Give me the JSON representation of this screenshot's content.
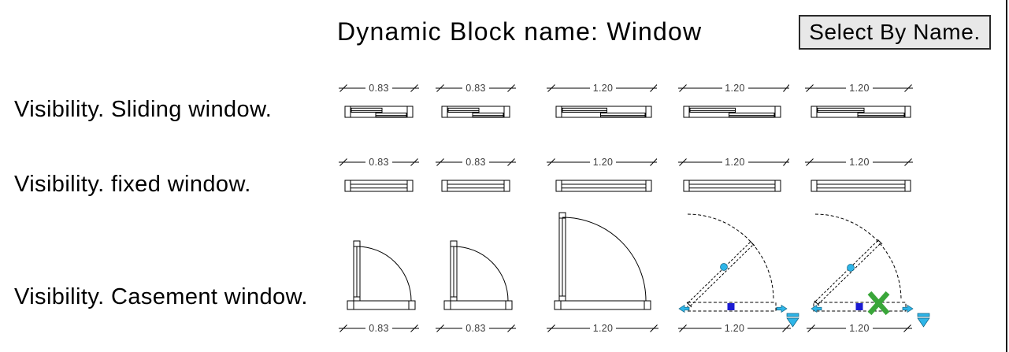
{
  "header": {
    "title": "Dynamic Block name: Window",
    "select_by_name_button": "Select By Name."
  },
  "rows": [
    {
      "label": "Visibility. Sliding window.",
      "block_type": "sliding window",
      "dims": [
        "0.83",
        "0.83",
        "1.20",
        "1.20",
        "1.20"
      ]
    },
    {
      "label": "Visibility. fixed window.",
      "block_type": "fixed window",
      "dims": [
        "0.83",
        "0.83",
        "1.20",
        "1.20",
        "1.20"
      ]
    },
    {
      "label": "Visibility. Casement window.",
      "block_type": "casement window",
      "dims": [
        "0.83",
        "0.83",
        "1.20",
        "1.20",
        "1.20"
      ]
    }
  ],
  "colors": {
    "grip_cyan": "#2eb5e8",
    "grip_blue": "#1b1bd2",
    "green_x": "#3aa63a",
    "line": "#000000",
    "button_bg": "#e8e8e8",
    "dim_text": "#3d3d3d"
  },
  "icons": {
    "flip-arrow-grip": "cyan triangular arrow",
    "rotate-circle-grip": "cyan circle",
    "stretch-square-grip": "blue square",
    "visibility-state-grip": "cyan inverted triangle with bar",
    "x-marker": "green X",
    "dimension-tick": "diagonal slash tick"
  }
}
